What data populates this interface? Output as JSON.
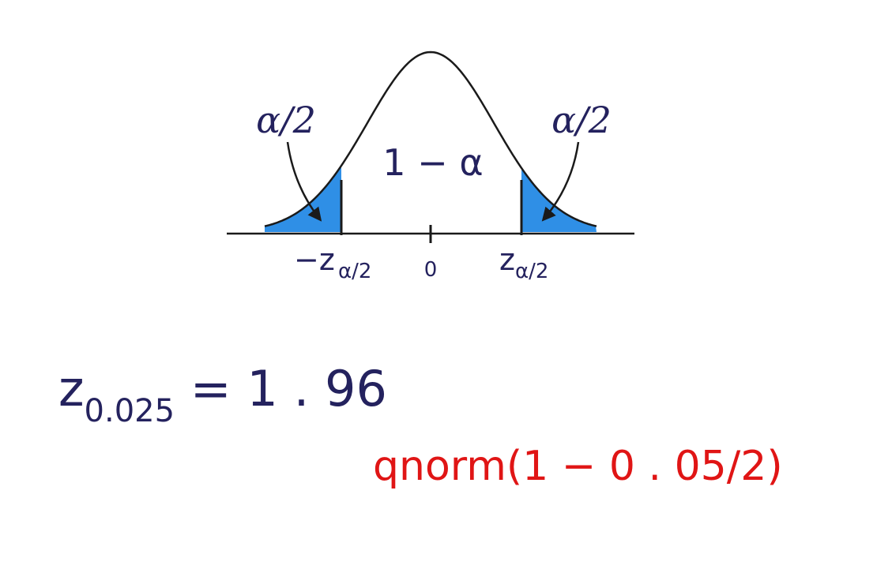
{
  "colors": {
    "text": "#24225e",
    "tail_fill": "#2f8fe6",
    "curve": "#1a1a1a",
    "code": "#e01515"
  },
  "diagram": {
    "left_tail_label": "α/2",
    "right_tail_label": "α/2",
    "center_label": "1 − α",
    "tick_neg_z": "−z",
    "tick_neg_z_sub": "α/2",
    "tick_zero": "0",
    "tick_pos_z": "z",
    "tick_pos_z_sub": "α/2"
  },
  "equation": {
    "symbol": "z",
    "subscript": "0.025",
    "rest": " = 1 . 96"
  },
  "code": {
    "text": "qnorm(1 − 0 . 05/2)"
  }
}
